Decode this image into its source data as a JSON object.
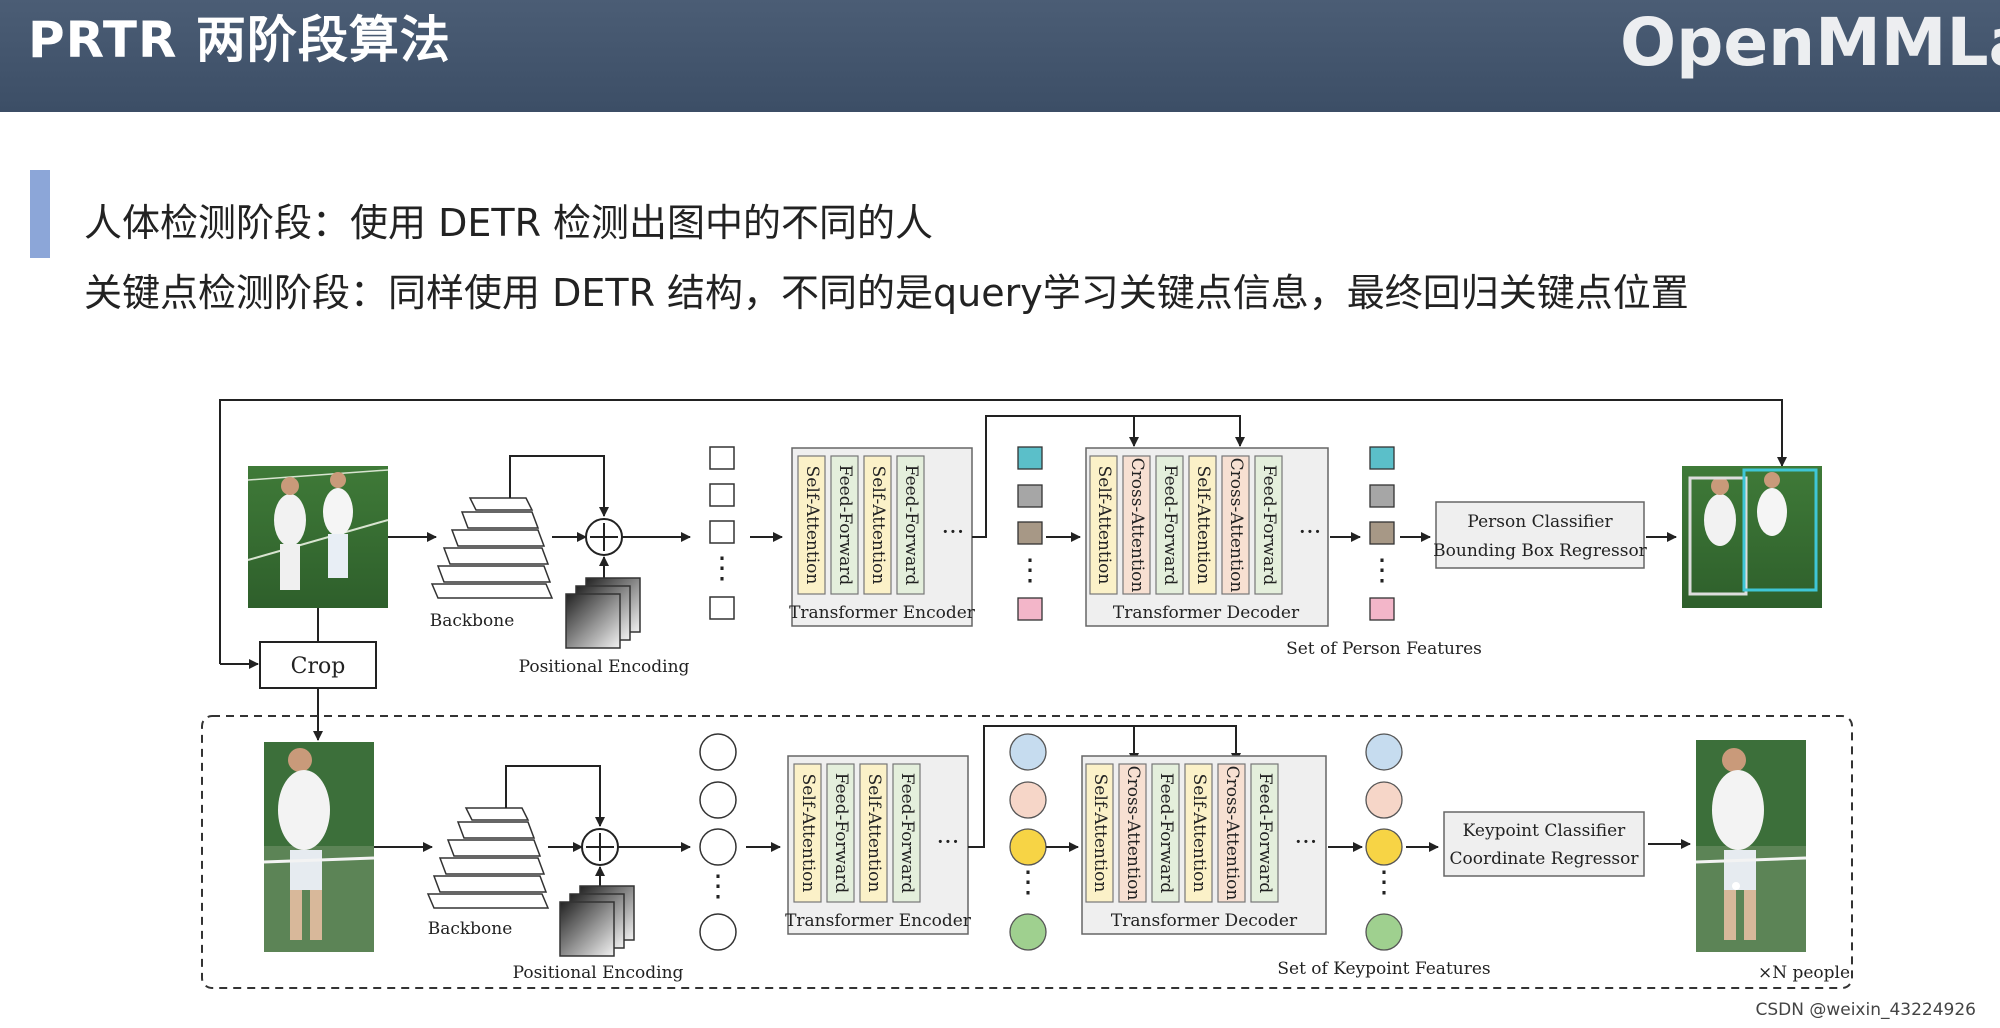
{
  "header": {
    "title": "PRTR 两阶段算法",
    "logo": "OpenMMLab"
  },
  "bullets": [
    "人体检测阶段：使用 DETR 检测出图中的不同的人",
    "关键点检测阶段：同样使用 DETR 结构，不同的是query学习关键点信息，最终回归关键点位置"
  ],
  "diagram": {
    "backbone": "Backbone",
    "positional_encoding": "Positional Encoding",
    "encoder_blocks": [
      "Self-Attention",
      "Feed-Forward",
      "Self-Attention",
      "Feed-Forward"
    ],
    "decoder_blocks": [
      "Self-Attention",
      "Cross-Attention",
      "Feed-Forward",
      "Self-Attention",
      "Cross-Attention",
      "Feed-Forward"
    ],
    "transformer_encoder": "Transformer Encoder",
    "transformer_decoder": "Transformer Decoder",
    "ellipsis": "···",
    "vdots": "⋮",
    "crop": "Crop",
    "person_head": [
      "Person Classifier",
      "Bounding Box Regressor"
    ],
    "person_features": "Set of Person Features",
    "keypoint_head": [
      "Keypoint Classifier",
      "Coordinate Regressor"
    ],
    "keypoint_features": "Set of Keypoint Features",
    "n_people": "×N people",
    "person_feature_colors": [
      "#5bbfc9",
      "#a6a6a6",
      "#a79886",
      "#f3b6c9"
    ],
    "keypoint_feature_colors": [
      "#c6dcef",
      "#f6d6c8",
      "#f7d445",
      "#9fd08f"
    ]
  },
  "watermark": "CSDN @weixin_43224926"
}
